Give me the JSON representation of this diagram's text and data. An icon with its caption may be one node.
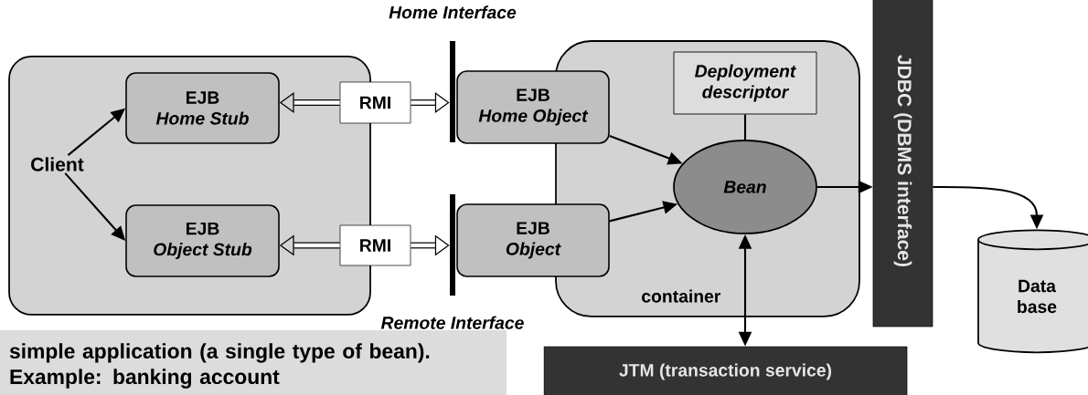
{
  "diagram": {
    "nodes": [
      {
        "text": [],
        "shape": "box"
      },
      {
        "text": [
          "Client"
        ],
        "in": 0
      },
      {
        "text": [
          "EJB",
          "Home Stub"
        ],
        "in": 0
      },
      {
        "text": [
          "EJB",
          "Object Stub"
        ],
        "in": 0
      },
      {
        "text": [
          "RMI"
        ]
      },
      {
        "text": [
          "RMI"
        ]
      },
      {
        "text": [
          "container"
        ]
      },
      {
        "text": [
          "EJB",
          "Home Object"
        ]
      },
      {
        "text": [
          "EJB",
          "Object"
        ]
      },
      {
        "text": [
          "Deployment descriptor"
        ],
        "in": 6
      },
      {
        "text": [
          "Bean"
        ],
        "in": 6
      },
      {
        "text": [
          "JDBC (DBMS interface)"
        ]
      },
      {
        "text": [
          "Data base"
        ]
      },
      {
        "text": [
          "JTM (transaction service)"
        ]
      },
      {
        "text": [
          "Home Interface"
        ]
      },
      {
        "text": [
          "Remote Interface"
        ]
      },
      {
        "text": [
          "simple application (a single type of bean). Example: banking account"
        ]
      }
    ],
    "edges": [
      {
        "from": 1,
        "to": 2,
        "arrow": "to"
      },
      {
        "from": 1,
        "to": 3,
        "arrow": "to"
      },
      {
        "from": 4,
        "to": 2,
        "arrow": "to",
        "style": "thick"
      },
      {
        "from": 4,
        "to": 14,
        "arrow": "to",
        "style": "thick"
      },
      {
        "from": 5,
        "to": 3,
        "arrow": "to",
        "style": "thick"
      },
      {
        "from": 5,
        "to": 15,
        "arrow": "to",
        "style": "thick"
      },
      {
        "from": 7,
        "to": 10,
        "arrow": "to"
      },
      {
        "from": 8,
        "to": 10,
        "arrow": "to"
      },
      {
        "from": 9,
        "to": 10,
        "arrow": "none"
      },
      {
        "from": 10,
        "to": 11,
        "arrow": "to"
      },
      {
        "from": 11,
        "to": 12,
        "arrow": "to"
      },
      {
        "from": 10,
        "to": 13,
        "arrow": "both"
      }
    ]
  }
}
